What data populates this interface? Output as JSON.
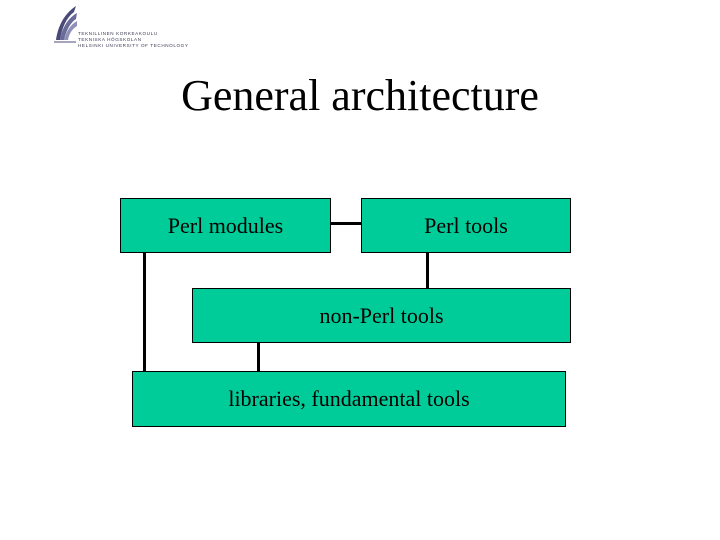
{
  "logo": {
    "icon": "university-emblem-icon",
    "lines": [
      "TEKNILLINEN KORKEAKOULU",
      "TEKNISKA HÖGSKOLAN",
      "HELSINKI UNIVERSITY OF TECHNOLOGY"
    ]
  },
  "slide": {
    "title": "General architecture"
  },
  "diagram": {
    "box_color": "#00cc99",
    "boxes": {
      "perl_modules": "Perl modules",
      "perl_tools": "Perl tools",
      "non_perl_tools": "non-Perl tools",
      "libraries": "libraries, fundamental tools"
    }
  }
}
